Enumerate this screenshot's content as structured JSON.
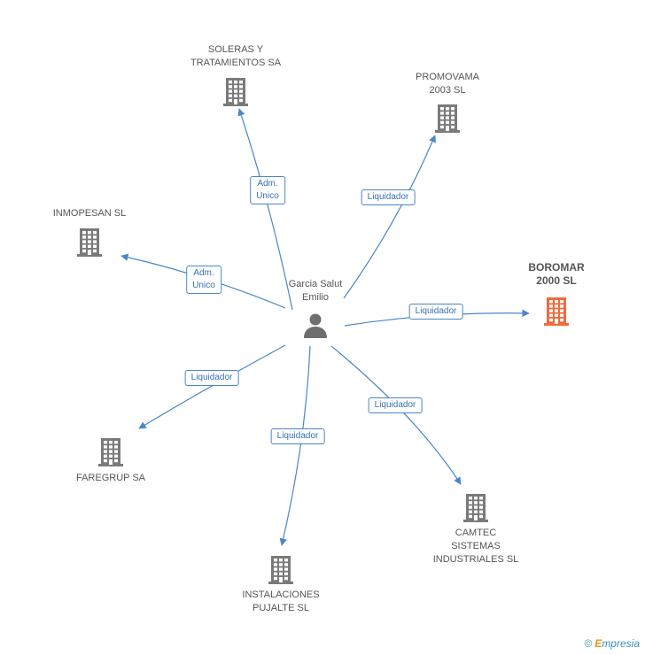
{
  "center": {
    "label": "Garcia Salut\nEmilio"
  },
  "companies": [
    {
      "id": "soleras",
      "label": "SOLERAS Y\nTRATAMIENTOS SA",
      "highlight": false
    },
    {
      "id": "promovama",
      "label": "PROMOVAMA\n2003 SL",
      "highlight": false
    },
    {
      "id": "inmopesan",
      "label": "INMOPESAN SL",
      "highlight": false
    },
    {
      "id": "boromar",
      "label": "BOROMAR\n2000 SL",
      "highlight": true
    },
    {
      "id": "faregrup",
      "label": "FAREGRUP SA",
      "highlight": false
    },
    {
      "id": "camtec",
      "label": "CAMTEC\nSISTEMAS\nINDUSTRIALES SL",
      "highlight": false
    },
    {
      "id": "instalaciones",
      "label": "INSTALACIONES\nPUJALTE SL",
      "highlight": false
    }
  ],
  "edges": [
    {
      "to": "soleras",
      "label": "Adm.\nUnico"
    },
    {
      "to": "promovama",
      "label": "Liquidador"
    },
    {
      "to": "inmopesan",
      "label": "Adm.\nUnico"
    },
    {
      "to": "boromar",
      "label": "Liquidador"
    },
    {
      "to": "faregrup",
      "label": "Liquidador"
    },
    {
      "to": "camtec",
      "label": "Liquidador"
    },
    {
      "to": "instalaciones",
      "label": "Liquidador"
    }
  ],
  "colors": {
    "edge": "#4a86c8",
    "company": "#7a7a7a",
    "highlight": "#f06a3c",
    "person": "#6e6e6e"
  },
  "footer": {
    "symbol": "©",
    "brand_e": "E",
    "brand_rest": "mpresia"
  }
}
